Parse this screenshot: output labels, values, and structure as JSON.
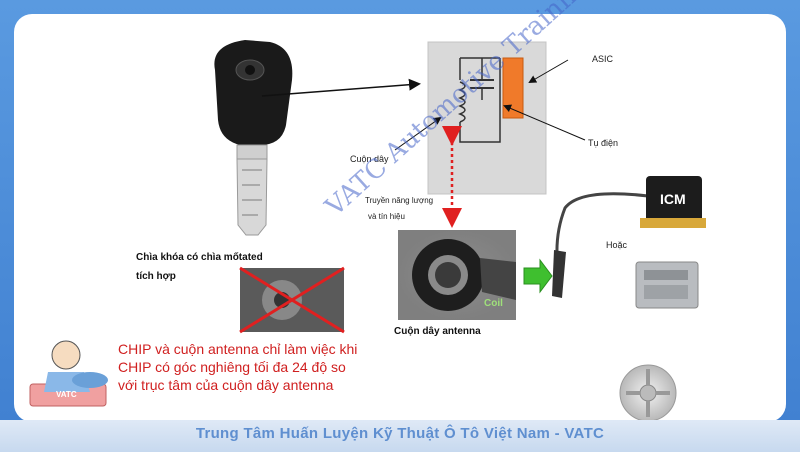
{
  "labels": {
    "asic": "ASIC",
    "cuon_day": "Cuộn dây",
    "tu_dien": "Tụ điện",
    "truyen": "Truyền năng lượng",
    "va_tin_hieu": "và tín hiệu",
    "chia_khoa": "Chìa khóa có chìa mốt",
    "ated": "ated",
    "tich_hop": "tích hợp",
    "icm": "ICM",
    "hoac": "Hoặc",
    "coil": "Coil",
    "cuon_day_antenna": "Cuộn dây antenna"
  },
  "note": {
    "line1": "CHIP và cuộn antenna chỉ làm việc khi",
    "line2": "CHIP có góc nghiêng tối đa 24 độ so",
    "line3": "với trục tâm của cuộn dây antenna"
  },
  "watermark": "VATC Automotive Training Center",
  "logo_text": "VATC",
  "footer": "Trung  Tâm Huấn Luyện Kỹ Thuật Ô Tô Việt Nam - VATC",
  "colors": {
    "frame": "#4a8ad8",
    "accent_orange": "#f07a2a",
    "red_text": "#d02020",
    "green_arrow": "#3fbf2f",
    "footer_text": "#5f8fd0"
  }
}
